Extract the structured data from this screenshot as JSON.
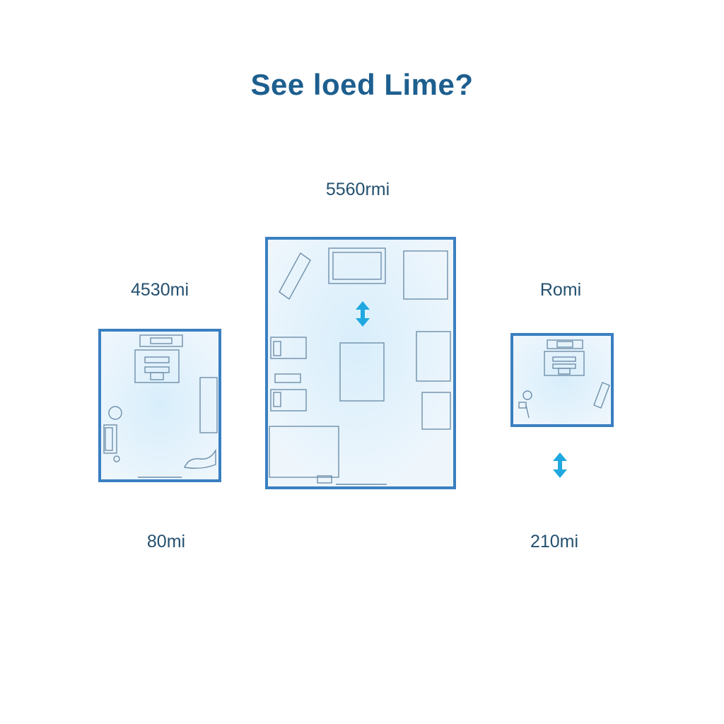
{
  "title": "See loed Lime?",
  "labels": {
    "left_top": "4530mi",
    "left_bottom": "80mi",
    "center_top": "5560rmi",
    "right_top": "Romi",
    "right_bottom": "210mi"
  },
  "icons": {
    "center_arrow": "vertical-double-arrow-icon",
    "right_arrow": "vertical-double-arrow-icon"
  },
  "colors": {
    "title": "#1d5f8f",
    "label": "#24506f",
    "wall": "#3a7fc1",
    "furniture": "#6f8faa",
    "floor_light": "#eef6fc",
    "floor_glow": "#d8eefb",
    "arrow": "#1fa8e0"
  }
}
